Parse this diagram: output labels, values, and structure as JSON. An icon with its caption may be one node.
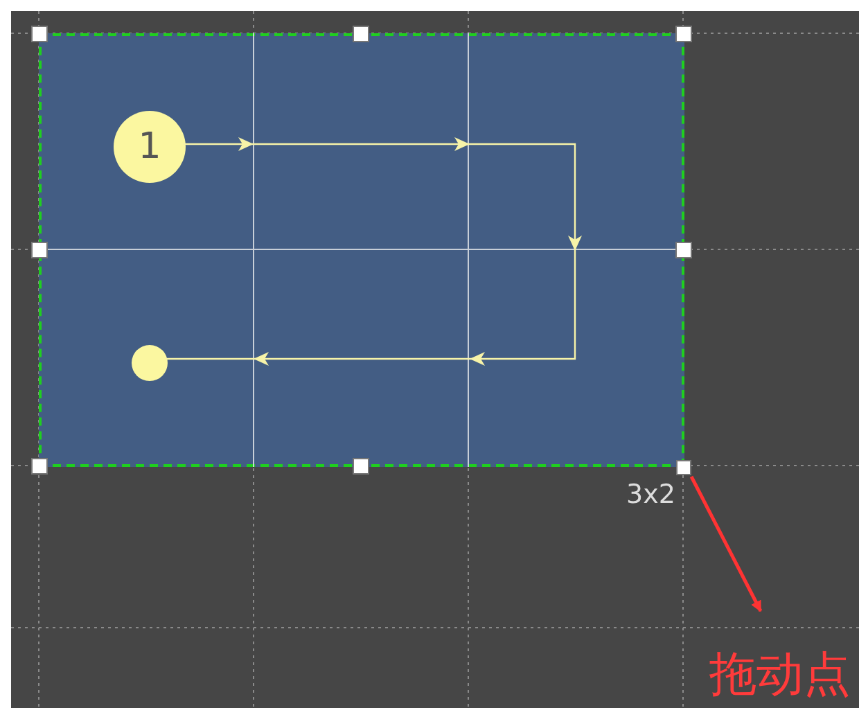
{
  "diagram": {
    "nodes": [
      {
        "text": [],
        "shape": "box"
      },
      {
        "text": [
          "1"
        ],
        "in": 0
      },
      {
        "text": [],
        "shape": "circle",
        "in": 0
      },
      {
        "text": [],
        "shape": "box"
      },
      {
        "text": [
          "拖动点"
        ]
      }
    ],
    "edges": [
      {
        "from": 1,
        "to": 2,
        "arrow": "to",
        "color": "#f7f3a8"
      },
      {
        "from": 3,
        "to": 4,
        "arrow": "to",
        "color": "#ff3333"
      }
    ],
    "labels": [
      "3x2"
    ]
  }
}
